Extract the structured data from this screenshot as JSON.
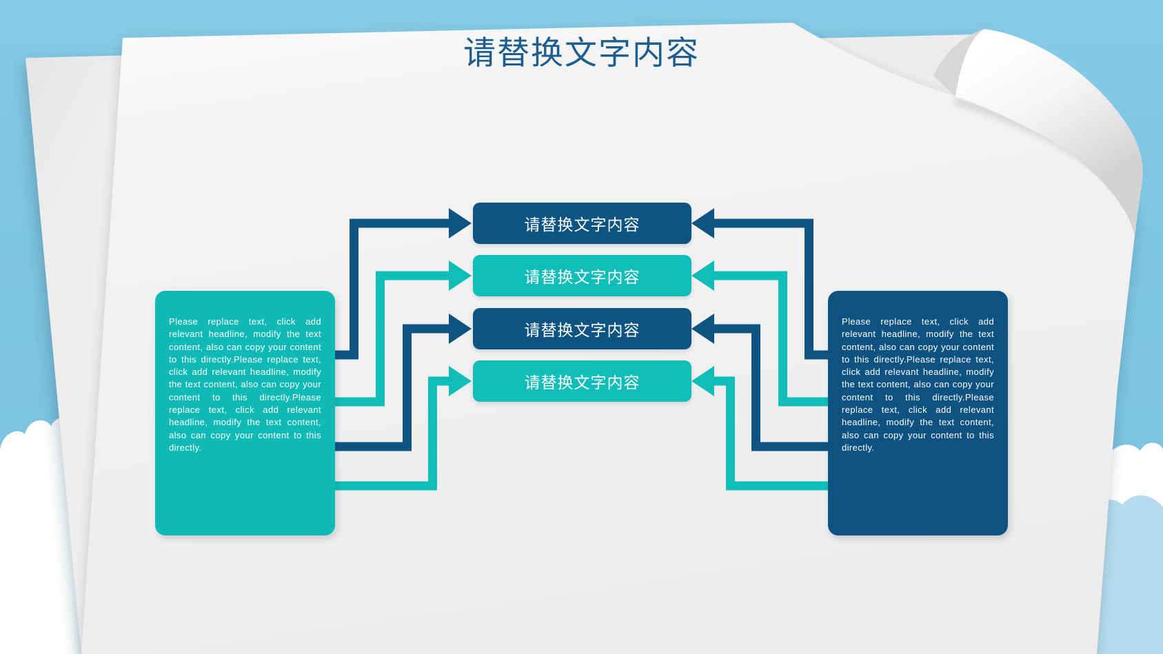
{
  "slide": {
    "title": "请替换文字内容"
  },
  "center_boxes": [
    {
      "label": "请替换文字内容",
      "variant": "dark"
    },
    {
      "label": "请替换文字内容",
      "variant": "teal"
    },
    {
      "label": "请替换文字内容",
      "variant": "dark"
    },
    {
      "label": "请替换文字内容",
      "variant": "teal"
    }
  ],
  "side_panels": {
    "left": {
      "body": "Please replace text, click add relevant headline, modify the text content, also can copy your content to this directly.Please replace text, click add relevant headline, modify the text content, also can copy your content to this directly.Please replace text, click add relevant headline, modify the text content, also can copy your content to this directly."
    },
    "right": {
      "body": "Please replace text, click add relevant headline, modify the text content, also can copy your content to this directly.Please replace text, click add relevant headline, modify the text content, also can copy your content to this directly.Please replace text, click add relevant headline, modify the text content, also can copy your content to this directly."
    }
  },
  "colors": {
    "sky": "#7EC6E3",
    "paper": "#F2F1F1",
    "back_sheet": "#ECEBEB",
    "dark_blue": "#0D5483",
    "teal": "#10BDB9",
    "title_text": "#1E5E8E",
    "panel_text": "#FFFFFF",
    "cloud_white": "#FFFFFF",
    "cloud_light_blue": "#B5DCEC"
  }
}
